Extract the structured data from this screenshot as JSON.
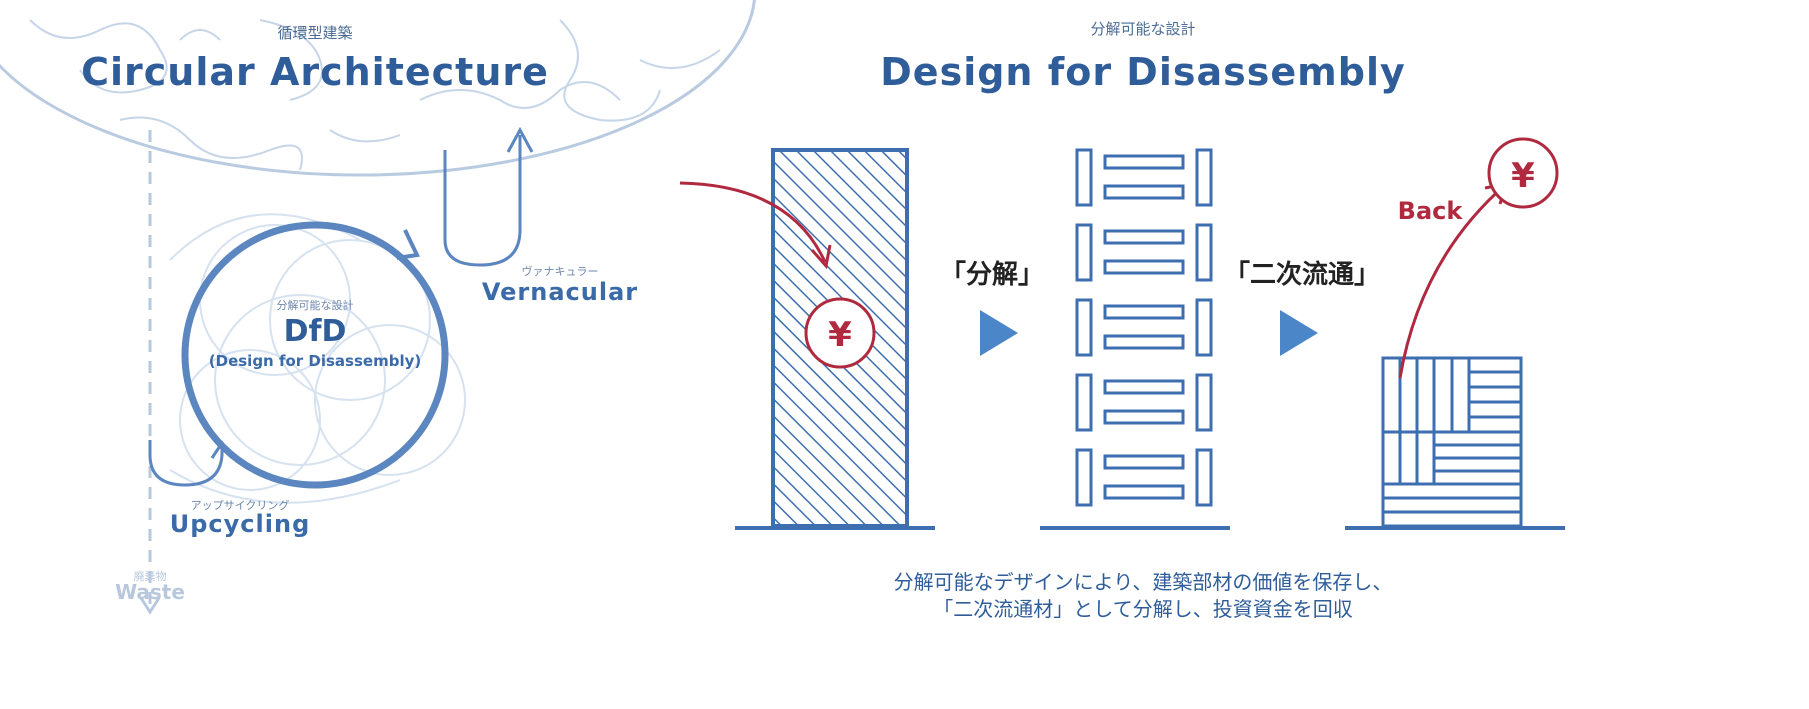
{
  "left": {
    "title_jp": "循環型建築",
    "title_en": "Circular Architecture",
    "center_jp": "分解可能な設計",
    "center_main": "DfD",
    "center_sub": "(Design for Disassembly)",
    "vernacular_jp": "ヴァナキュラー",
    "vernacular_en": "Vernacular",
    "upcycling_jp": "アップサイクリング",
    "upcycling_en": "Upcycling",
    "waste_jp": "廃棄物",
    "waste_en": "Waste"
  },
  "right": {
    "title_jp": "分解可能な設計",
    "title_en": "Design for Disassembly",
    "step1_label": "「分解」",
    "step2_label": "「二次流通」",
    "yen_symbol": "¥",
    "back_label": "Back",
    "caption_line1": "分解可能なデザインにより、建築部材の価値を保存し、",
    "caption_line2": "「二次流通材」として分解し、投資資金を回収"
  },
  "colors": {
    "primary_blue": "#3d6fb0",
    "light_blue": "#a9c2e0",
    "accent_red": "#b02a3f",
    "arrow_blue": "#4a86c8"
  },
  "icons": [
    "yen-icon",
    "arrow-right-icon",
    "arrow-up-icon",
    "arrow-down-icon"
  ]
}
